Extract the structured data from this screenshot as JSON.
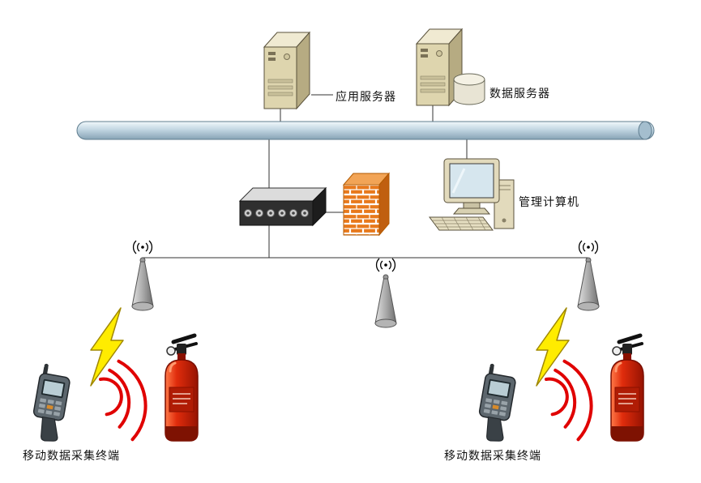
{
  "diagram": {
    "type": "network-topology",
    "labels": {
      "app_server": "应用服务器",
      "data_server": "数据服务器",
      "management_computer": "管理计算机",
      "terminal_left": "移动数据采集终端",
      "terminal_right": "移动数据采集终端"
    },
    "icons": [
      "server-tower-icon",
      "server-tower-icon",
      "database-cylinder-icon",
      "network-backbone-pipe",
      "switch-hub-icon",
      "firewall-brick-wall-icon",
      "desktop-computer-icon",
      "wireless-antenna-icon",
      "wireless-antenna-icon",
      "wireless-antenna-icon",
      "lightning-bolt-icon",
      "lightning-bolt-icon",
      "handheld-terminal-icon",
      "handheld-terminal-icon",
      "rfid-signal-waves-icon",
      "rfid-signal-waves-icon",
      "fire-extinguisher-icon",
      "fire-extinguisher-icon"
    ],
    "colors": {
      "backbone_blue": "#BCD2DE",
      "firewall_orange": "#E8791C",
      "extinguisher_red": "#D8290E",
      "lightning_yellow": "#FFEC00",
      "rfid_signal_red": "#E00000",
      "device_beige": "#DED5AE",
      "switch_dark": "#2F2F2F",
      "antenna_gray": "#A8A8A8",
      "line_black": "#333333"
    }
  }
}
